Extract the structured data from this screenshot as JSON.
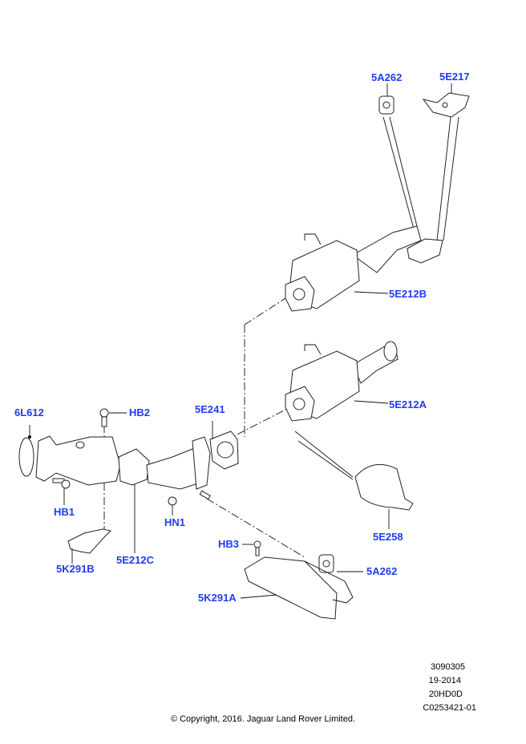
{
  "labels": {
    "l5A262_top": "5A262",
    "l5E217": "5E217",
    "l5E212B": "5E212B",
    "l5E212A": "5E212A",
    "l6L612": "6L612",
    "lHB2": "HB2",
    "l5E241": "5E241",
    "lHB1": "HB1",
    "lHN1": "HN1",
    "l5E212C": "5E212C",
    "l5K291B": "5K291B",
    "l5E258": "5E258",
    "lHB3": "HB3",
    "l5A262_bottom": "5A262",
    "l5K291A": "5K291A"
  },
  "meta": {
    "line1": "3090305",
    "line2": "19-2014",
    "line3": "20HD0D",
    "line4": "C0253421-01"
  },
  "copyright": "© Copyright, 2016. Jaguar Land Rover Limited.",
  "colors": {
    "label": "#1f3cf0"
  }
}
